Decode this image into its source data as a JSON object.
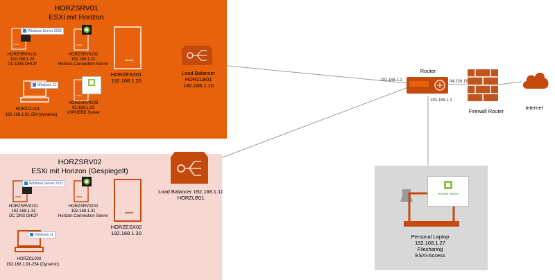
{
  "panel1": {
    "title": "HORZSRV01",
    "subtitle": "ESXi mit Horizon",
    "srv0101": {
      "name": "HORZSRV0101",
      "ip": "192.168.1.23",
      "role": "DC DNS DHCP",
      "badge": "Windows Server 2022"
    },
    "srv0102": {
      "name": "HORZSRV0102",
      "ip": "192.168.1.21",
      "role": "Horizon Connection Server"
    },
    "esx": {
      "name": "HORZESX01",
      "ip": "192.168.1.20"
    },
    "cl": {
      "name": "HORZCL001",
      "ip": "192.168.1.91-254 (dynamic)",
      "badge": "Windows 11"
    },
    "srv0103": {
      "name": "HORZSRV0103",
      "ip": "92.168.1.22",
      "role": "VSPHERE Server"
    }
  },
  "lb1": {
    "title": "Load Balancer",
    "name": "HORZLB01",
    "ip": "192.168.1.10"
  },
  "router": {
    "title": "Router",
    "ip_left": "192.168.1.1",
    "ip_bottom": "192.168.1.1",
    "ip_right": "84.226.16"
  },
  "firewall": {
    "title": "Firewall Router"
  },
  "internet": {
    "title": "Internet"
  },
  "panel2": {
    "title": "HORZSRV02",
    "subtitle": "ESXi mit Horizon (Gespiegelt)",
    "srv0201": {
      "name": "HORZSRV0201",
      "ip": "192.168.1.32",
      "role": "DC DNS DHCP",
      "badge": "Windows Server 2022"
    },
    "srv0202": {
      "name": "HORZSRV0202",
      "ip": "192.168.1.31",
      "role": "Horizon Connection Server"
    },
    "esx": {
      "name": "HORZESX02",
      "ip": "192.168.1.30"
    },
    "cl": {
      "name": "HORZCL002",
      "ip": "192.168.1.91-254 (Dynamic)",
      "badge": "Windows 11"
    }
  },
  "lb2": {
    "line1": "Load Balancer 192.168.1.11",
    "line2": "HORZLB01"
  },
  "laptop": {
    "title": "Personal Laptop",
    "ip": "192.168.1.27",
    "role1": "Filesharing",
    "role2": "ESXi-Access",
    "card": "vCenter Server"
  },
  "colors": {
    "orange": "#e8620e",
    "icon_orange": "#c34a0c",
    "panel2": "#f6d7d2",
    "panel3": "#d8d8d8",
    "firewall": "#c0561d",
    "line": "#9a9a9a"
  }
}
